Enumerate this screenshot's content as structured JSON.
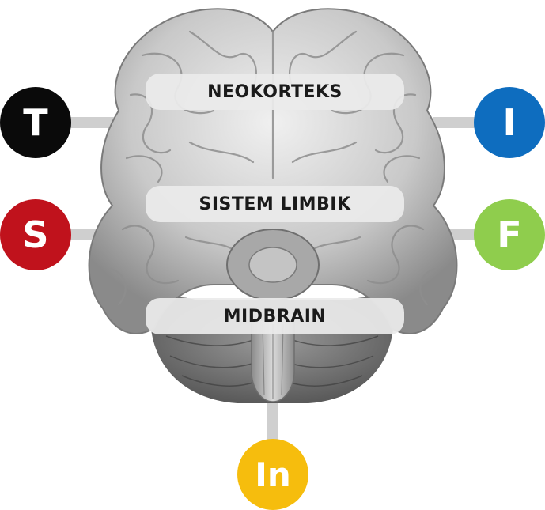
{
  "layers": {
    "top": "NEOKORTEKS",
    "middle": "SISTEM LIMBIK",
    "bottom": "MIDBRAIN"
  },
  "nodes": {
    "t": {
      "letter": "T",
      "color": "#0a0a0a"
    },
    "s": {
      "letter": "S",
      "color": "#c0121c"
    },
    "i": {
      "letter": "I",
      "color": "#0e6dbf"
    },
    "f": {
      "letter": "F",
      "color": "#8fcd4d"
    },
    "in": {
      "letter": "In",
      "color": "#f6bd0d"
    }
  },
  "illustration": "brain-icon"
}
